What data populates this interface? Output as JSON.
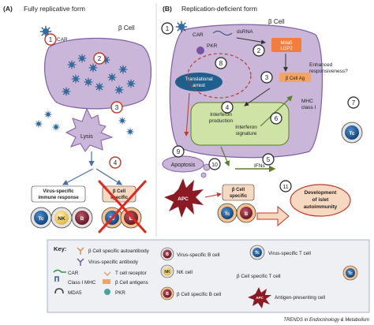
{
  "panel_a": {
    "letter": "(A)",
    "title": "Fully replicative form",
    "beta_cell": "β Cell",
    "car": "CAR",
    "lysis": "Lysis",
    "immune_line1": "Virus-specific",
    "immune_line2": "immune response",
    "bcell_specific_line1": "β Cell",
    "bcell_specific_line2": "specific",
    "steps": [
      "1",
      "2",
      "3",
      "4"
    ]
  },
  "panel_b": {
    "letter": "(B)",
    "title": "Replication-deficient form",
    "beta_cell": "β Cell",
    "car": "CAR",
    "dsrna": "dsRNA",
    "mda5_line1": "Mda5",
    "mda5_line2": "LGP2",
    "pkr": "PKR",
    "enhanced_line1": "Enhanced",
    "enhanced_line2": "responsiveness?",
    "translational_line1": "Translational",
    "translational_line2": "arrest",
    "bcell_ag": "β Cell Ag",
    "mhc_line1": "MHC",
    "mhc_line2": "class I",
    "interferon_prod_line1": "Interferon",
    "interferon_prod_line2": "production",
    "interferon_sig_line1": "Interferon",
    "interferon_sig_line2": "signature",
    "ifns": "IFNs",
    "apoptosis": "Apoptosis",
    "apc": "APC",
    "bcell_specific_line1": "β Cell",
    "bcell_specific_line2": "specific",
    "islet_line1": "Development",
    "islet_line2": "of islet",
    "islet_line3": "autoimmunity",
    "steps": [
      "1",
      "2",
      "3",
      "4",
      "5",
      "6",
      "7",
      "8",
      "9",
      "10",
      "11"
    ]
  },
  "cell_letters": {
    "tc": "Tc",
    "nk": "NK",
    "b": "B",
    "apc": "APC"
  },
  "key": {
    "title": "Key:",
    "items": [
      "β Cell specific autoantibody",
      "Virus-specific antibody",
      "CAR",
      "Class I MHC",
      "MDA5",
      "T cell receptor",
      "β Cell antigens",
      "PKR",
      "Virus-specific B cell",
      "NK cell",
      "β Cell specific B cell",
      "Virus-specific T cell",
      "β Cell specific T cell",
      "Antigen-presenting cell"
    ]
  },
  "footer": "TRENDS in Endocrinology & Metabolism",
  "colors": {
    "cell_fill": "#c9b6d9",
    "cell_stroke": "#7d5fa3",
    "nucleus": "#1f5f8b",
    "virus": "#1f4f7a",
    "step_red": "#c0392b",
    "green_box": "#cfe3a7",
    "orange": "#f4a460",
    "cross": "#e0281f",
    "apc": "#8b1a24"
  }
}
